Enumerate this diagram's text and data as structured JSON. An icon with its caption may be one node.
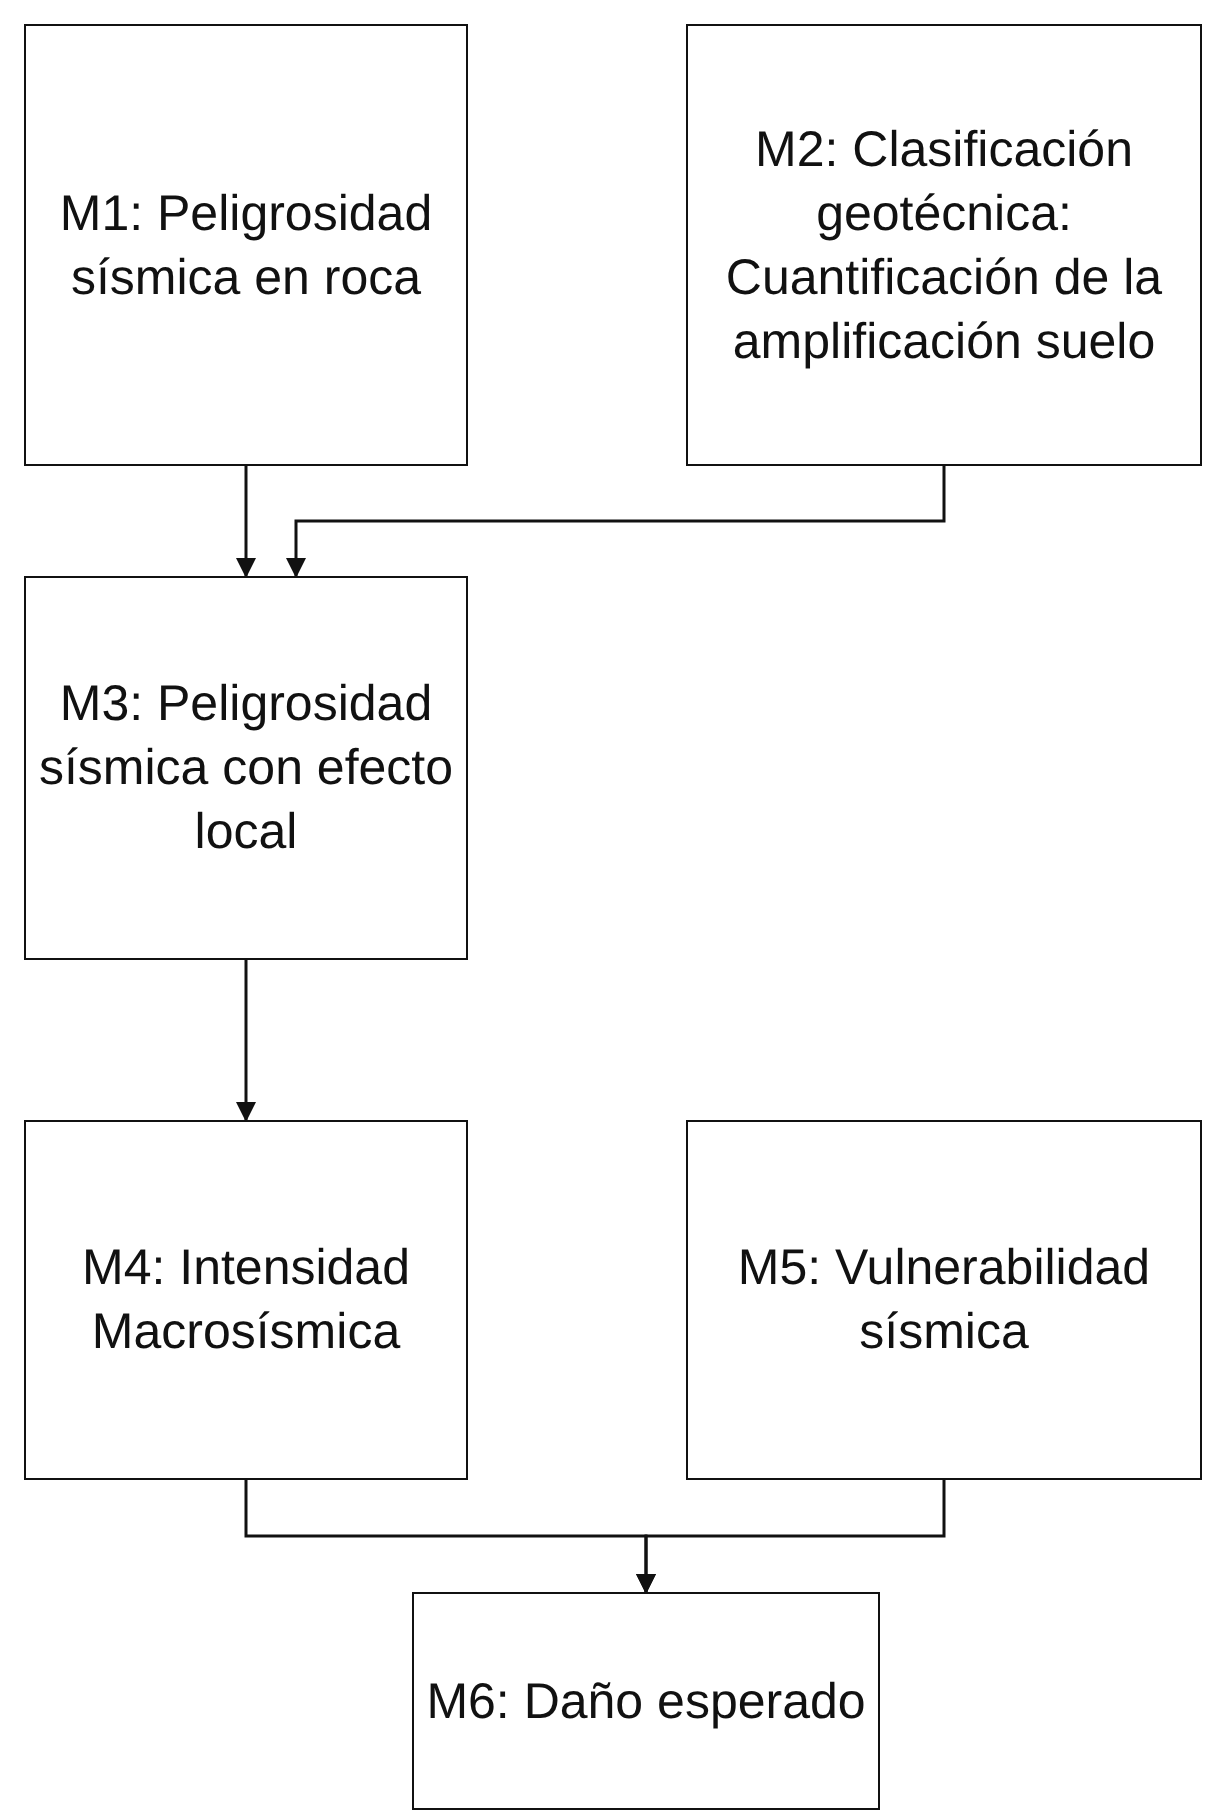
{
  "diagram": {
    "nodes": [
      {
        "text": [
          "M1: Peligrosidad sísmica en roca"
        ]
      },
      {
        "text": [
          "M2: Clasificación geotécnica: Cuantificación de la amplificación suelo"
        ]
      },
      {
        "text": [
          "M3: Peligrosidad sísmica con efecto local"
        ]
      },
      {
        "text": [
          "M4: Intensidad Macrosísmica"
        ]
      },
      {
        "text": [
          "M5: Vulnerabilidad sísmica"
        ]
      },
      {
        "text": [
          "M6: Daño esperado"
        ]
      }
    ],
    "edges": [
      {
        "from": 0,
        "to": 2,
        "arrow": "to"
      },
      {
        "from": 1,
        "to": 2,
        "arrow": "to"
      },
      {
        "from": 2,
        "to": 3,
        "arrow": "to"
      },
      {
        "from": 3,
        "to": 5,
        "arrow": "to"
      },
      {
        "from": 4,
        "to": 5,
        "arrow": "to"
      }
    ]
  }
}
